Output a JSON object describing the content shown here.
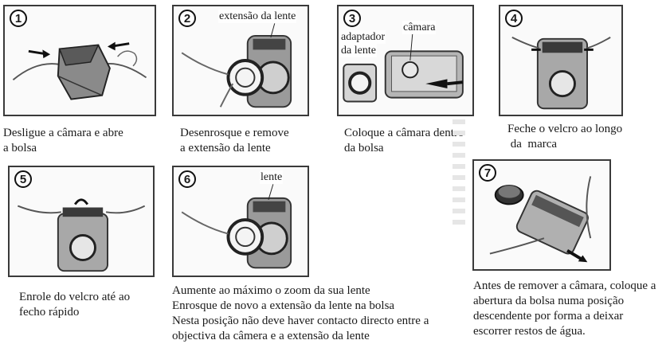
{
  "steps": [
    {
      "badge": "1",
      "caption_lines": [
        "Desligue a câmara e abre",
        "a bolsa"
      ],
      "callouts": []
    },
    {
      "badge": "2",
      "caption_lines": [
        "Desenrosque e remove",
        "a extensão da lente"
      ],
      "callouts": [
        "extensão da lente"
      ]
    },
    {
      "badge": "3",
      "caption_lines": [
        "Coloque a câmara dentro",
        "da bolsa"
      ],
      "callouts": [
        "adaptador",
        "da lente",
        "câmara"
      ]
    },
    {
      "badge": "4",
      "caption_lines": [
        "Feche o velcro ao longo",
        " da  marca"
      ],
      "callouts": []
    },
    {
      "badge": "5",
      "caption_lines": [
        "Enrole do velcro até ao",
        "fecho rápido"
      ],
      "callouts": []
    },
    {
      "badge": "6",
      "caption_lines": [
        "Aumente ao máximo o zoom da sua lente",
        "Enrosque de novo a extensão da lente na bolsa",
        "Nesta posição não deve haver contacto directo entre a",
        "objectiva da câmera e a extensão da lente"
      ],
      "callouts": [
        "lente"
      ]
    },
    {
      "badge": "7",
      "caption_lines": [
        "Antes de remover a câmara, coloque a",
        "abertura da bolsa numa posição",
        "descendente por forma a deixar",
        "escorrer restos de água."
      ],
      "callouts": []
    }
  ]
}
